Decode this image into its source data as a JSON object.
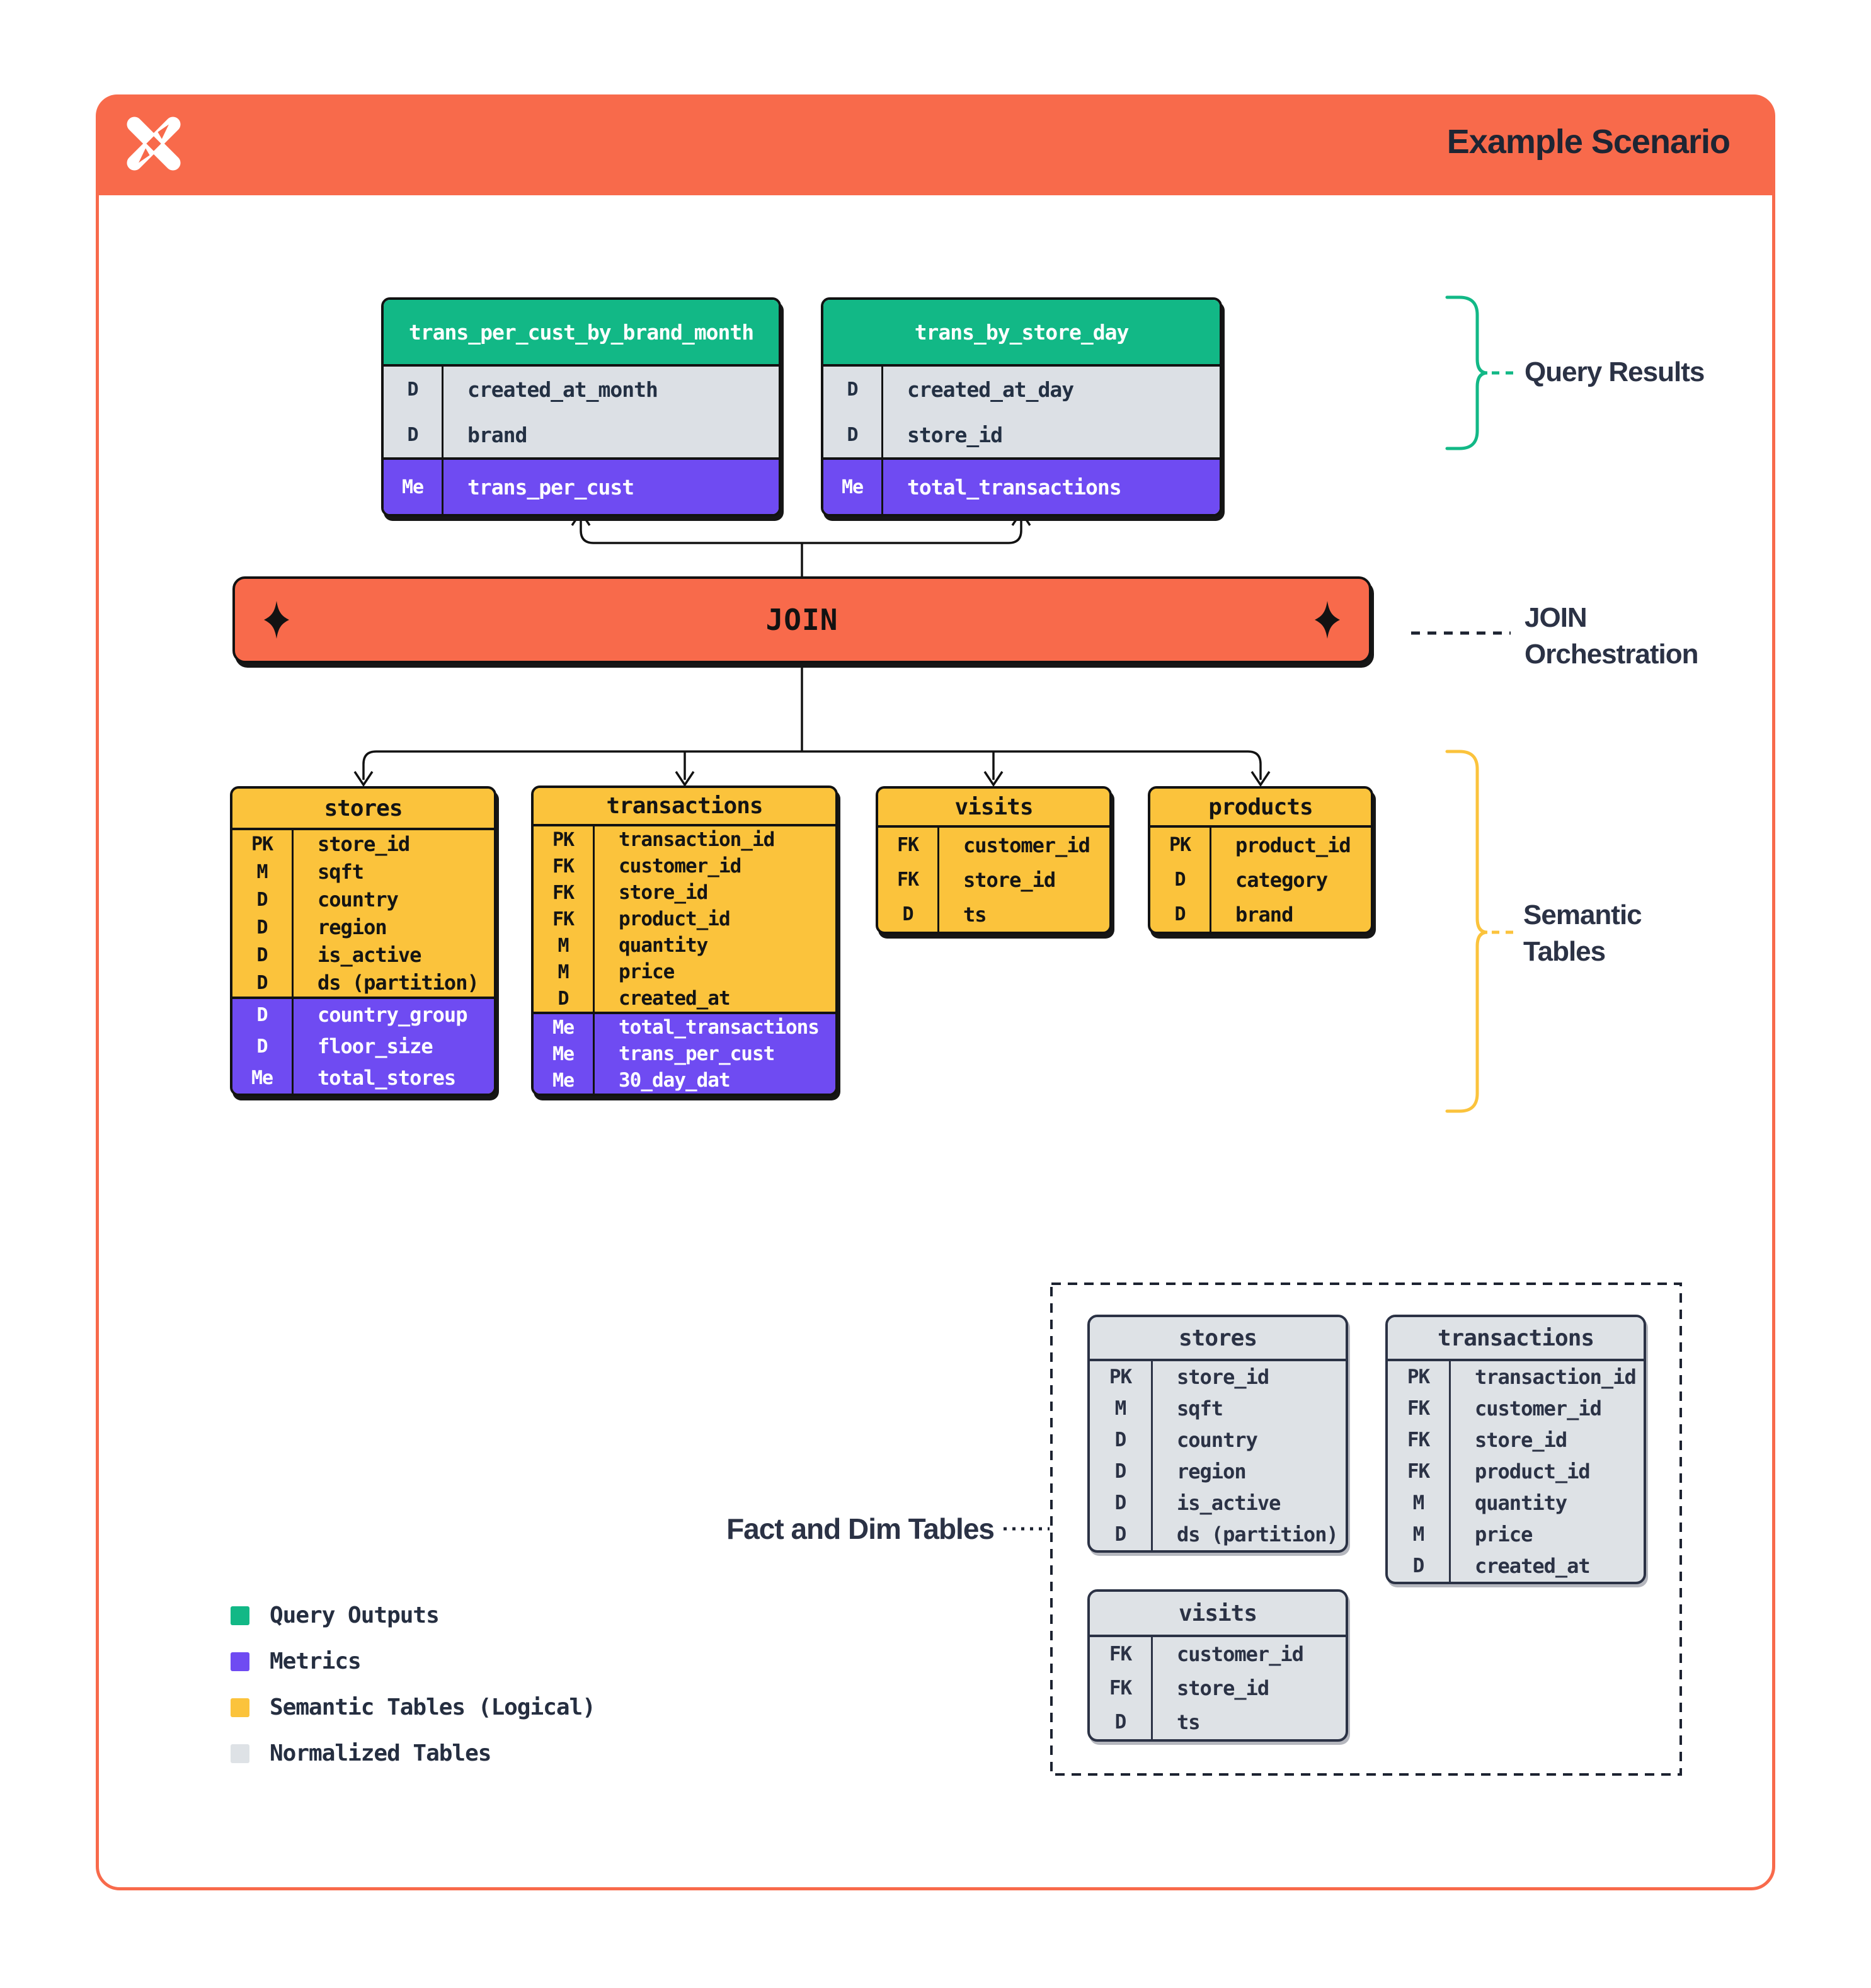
{
  "header": {
    "title": "Example Scenario",
    "logo": "x-star-brand-mark"
  },
  "join": {
    "label": "JOIN"
  },
  "labels": {
    "query_results": "Query Results",
    "join_orchestration_lines": [
      "JOIN",
      "Orchestration"
    ],
    "semantic_tables_lines": [
      "Semantic",
      "Tables"
    ],
    "fact_and_dim": "Fact and Dim Tables"
  },
  "legend": {
    "items": [
      {
        "label": "Query Outputs",
        "color": "#12B886"
      },
      {
        "label": "Metrics",
        "color": "#6F4BF2"
      },
      {
        "label": "Semantic Tables (Logical)",
        "color": "#FBC33C"
      },
      {
        "label": "Normalized Tables",
        "color": "#DEE2E6"
      }
    ]
  },
  "colors": {
    "orange": "#F86A4B",
    "green": "#12B886",
    "purple": "#6F4BF2",
    "yellow": "#FBC33C",
    "gray": "#DEE2E6",
    "ink": "#2B3245"
  },
  "tables": {
    "query1": {
      "name": "trans_per_cust_by_brand_month",
      "sections": [
        {
          "kind": "dims",
          "rows": [
            [
              "D",
              "created_at_month"
            ],
            [
              "D",
              "brand"
            ]
          ]
        },
        {
          "kind": "metrics",
          "rows": [
            [
              "Me",
              "trans_per_cust"
            ]
          ]
        }
      ]
    },
    "query2": {
      "name": "trans_by_store_day",
      "sections": [
        {
          "kind": "dims",
          "rows": [
            [
              "D",
              "created_at_day"
            ],
            [
              "D",
              "store_id"
            ]
          ]
        },
        {
          "kind": "metrics",
          "rows": [
            [
              "Me",
              "total_transactions"
            ]
          ]
        }
      ]
    },
    "sem_stores": {
      "name": "stores",
      "sections": [
        {
          "kind": "dims",
          "rows": [
            [
              "PK",
              "store_id"
            ],
            [
              "M",
              "sqft"
            ],
            [
              "D",
              "country"
            ],
            [
              "D",
              "region"
            ],
            [
              "D",
              "is_active"
            ],
            [
              "D",
              "ds (partition)"
            ]
          ]
        },
        {
          "kind": "metrics",
          "rows": [
            [
              "D",
              "country_group"
            ],
            [
              "D",
              "floor_size"
            ],
            [
              "Me",
              "total_stores"
            ]
          ]
        }
      ]
    },
    "sem_transactions": {
      "name": "transactions",
      "sections": [
        {
          "kind": "dims",
          "rows": [
            [
              "PK",
              "transaction_id"
            ],
            [
              "FK",
              "customer_id"
            ],
            [
              "FK",
              "store_id"
            ],
            [
              "FK",
              "product_id"
            ],
            [
              "M",
              "quantity"
            ],
            [
              "M",
              "price"
            ],
            [
              "D",
              "created_at"
            ]
          ]
        },
        {
          "kind": "metrics",
          "rows": [
            [
              "Me",
              "total_transactions"
            ],
            [
              "Me",
              "trans_per_cust"
            ],
            [
              "Me",
              "30_day_dat"
            ]
          ]
        }
      ]
    },
    "sem_visits": {
      "name": "visits",
      "sections": [
        {
          "kind": "dims",
          "rows": [
            [
              "FK",
              "customer_id"
            ],
            [
              "FK",
              "store_id"
            ],
            [
              "D",
              "ts"
            ]
          ]
        }
      ]
    },
    "sem_products": {
      "name": "products",
      "sections": [
        {
          "kind": "dims",
          "rows": [
            [
              "PK",
              "product_id"
            ],
            [
              "D",
              "category"
            ],
            [
              "D",
              "brand"
            ]
          ]
        }
      ]
    },
    "norm_stores": {
      "name": "stores",
      "sections": [
        {
          "kind": "dims",
          "rows": [
            [
              "PK",
              "store_id"
            ],
            [
              "M",
              "sqft"
            ],
            [
              "D",
              "country"
            ],
            [
              "D",
              "region"
            ],
            [
              "D",
              "is_active"
            ],
            [
              "D",
              "ds (partition)"
            ]
          ]
        }
      ]
    },
    "norm_transactions": {
      "name": "transactions",
      "sections": [
        {
          "kind": "dims",
          "rows": [
            [
              "PK",
              "transaction_id"
            ],
            [
              "FK",
              "customer_id"
            ],
            [
              "FK",
              "store_id"
            ],
            [
              "FK",
              "product_id"
            ],
            [
              "M",
              "quantity"
            ],
            [
              "M",
              "price"
            ],
            [
              "D",
              "created_at"
            ]
          ]
        }
      ]
    },
    "norm_visits": {
      "name": "visits",
      "sections": [
        {
          "kind": "dims",
          "rows": [
            [
              "FK",
              "customer_id"
            ],
            [
              "FK",
              "store_id"
            ],
            [
              "D",
              "ts"
            ]
          ]
        }
      ]
    }
  }
}
